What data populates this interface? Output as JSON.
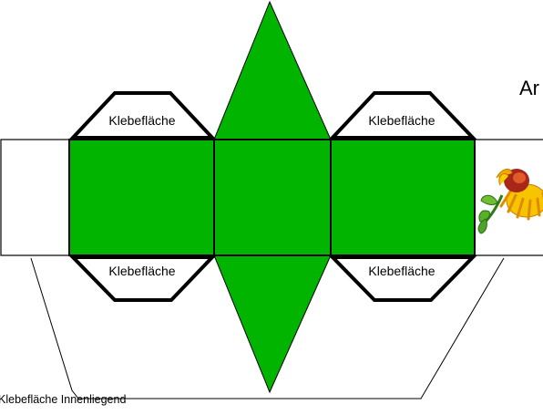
{
  "diagram": {
    "flap_label": "Klebefläche",
    "inner_flap_label": "Klebefläche Innenliegend",
    "partial_heading": "Ar",
    "colors": {
      "face": "#00b400",
      "outline": "#000000",
      "background": "#ffffff"
    },
    "decoration": "flower-icon"
  }
}
